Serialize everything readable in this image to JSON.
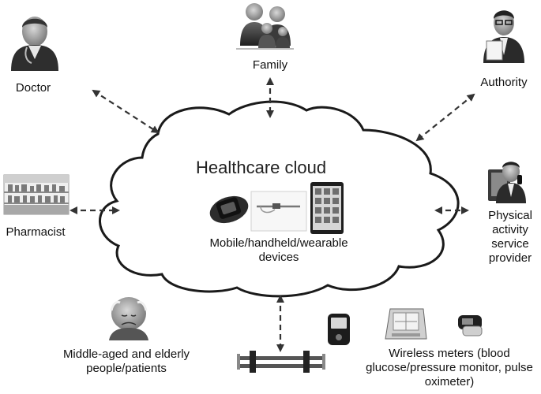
{
  "diagram": {
    "center": {
      "title": "Healthcare cloud",
      "devices_label_line1": "Mobile/handheld/wearable",
      "devices_label_line2": "devices"
    },
    "nodes": {
      "family": "Family",
      "doctor": "Doctor",
      "authority": "Authority",
      "pharmacist": "Pharmacist",
      "provider_line1": "Physical",
      "provider_line2": "activity",
      "provider_line3": "service",
      "provider_line4": "provider",
      "elderly_line1": "Middle-aged and elderly",
      "elderly_line2": "people/patients",
      "meters_line1": "Wireless meters (blood",
      "meters_line2": "glucose/pressure monitor, pulse",
      "meters_line3": "oximeter)"
    },
    "icons": {
      "family": "family-icon",
      "doctor": "doctor-icon",
      "authority": "authority-icon",
      "pharmacist": "pharmacy-shelves-icon",
      "provider": "service-provider-icon",
      "elderly": "elderly-person-icon",
      "watch": "smartwatch-icon",
      "glasses": "smart-glasses-icon",
      "phone": "smartphone-icon",
      "glucose": "glucose-meter-icon",
      "bp": "blood-pressure-monitor-icon",
      "oximeter": "pulse-oximeter-icon",
      "pipe": "sensor-cable-icon"
    }
  }
}
